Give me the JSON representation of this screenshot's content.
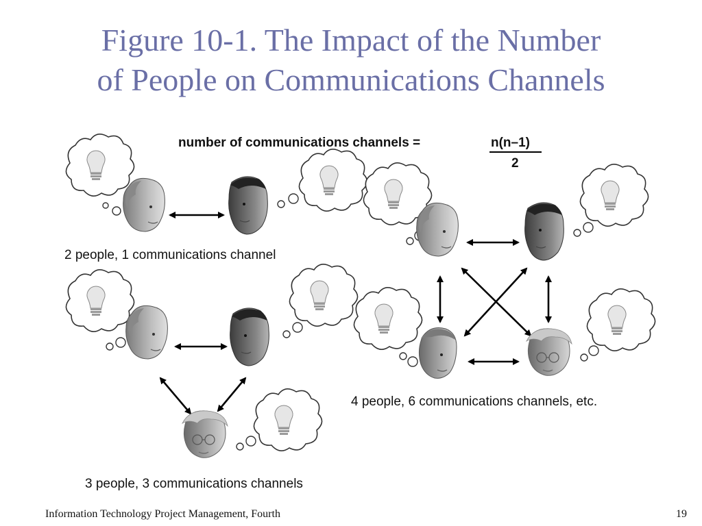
{
  "slide": {
    "title_line1": "Figure 10-1. The Impact of the Number",
    "title_line2": "of People on Communications Channels",
    "footer_left": "Information Technology Project Management, Fourth",
    "page_number": "19"
  },
  "diagram": {
    "formula_label": "number of communications channels =",
    "formula_numerator": "n(n–1)",
    "formula_denominator": "2",
    "caption_two": "2 people, 1 communications channel",
    "caption_three": "3 people, 3 communications channels",
    "caption_four": "4 people, 6 communications channels, etc."
  },
  "icons": {
    "idea": "lightbulb-icon",
    "person": "person-head-icon",
    "channel": "double-arrow-icon"
  }
}
